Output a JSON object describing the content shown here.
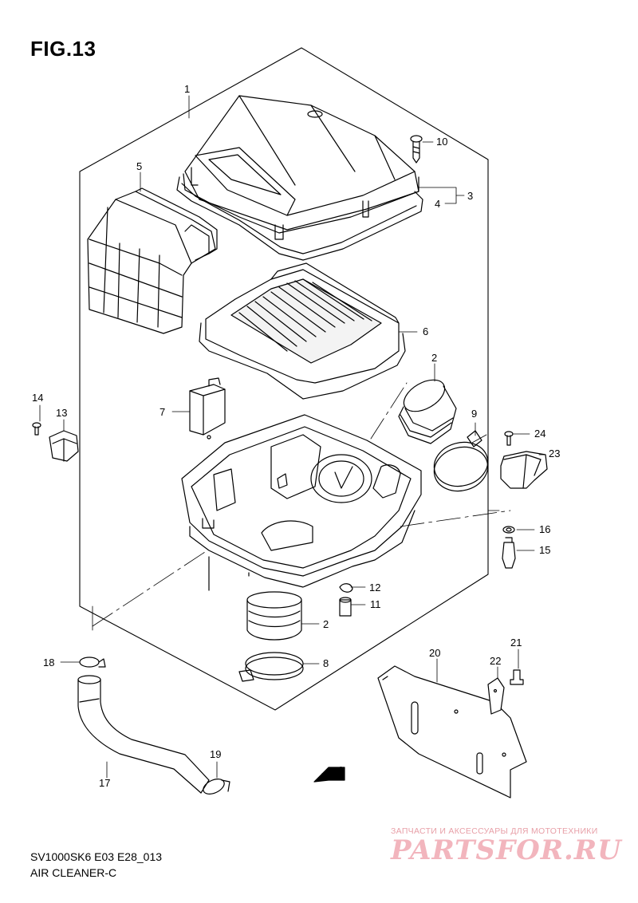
{
  "figure": {
    "title": "FIG.13",
    "code": "SV1000SK6 E03 E28_013",
    "subtitle": "AIR CLEANER-C"
  },
  "callouts": [
    "1",
    "2",
    "3",
    "4",
    "5",
    "6",
    "7",
    "8",
    "9",
    "10",
    "11",
    "12",
    "13",
    "14",
    "15",
    "16",
    "17",
    "18",
    "19",
    "20",
    "21",
    "22",
    "23",
    "24"
  ],
  "direction_badge": "FWD",
  "watermark": {
    "caption": "ЗАПЧАСТИ И АКСЕССУАРЫ ДЛЯ МОТОТЕХНИКИ",
    "brand": "PARTSFOR.RU"
  }
}
